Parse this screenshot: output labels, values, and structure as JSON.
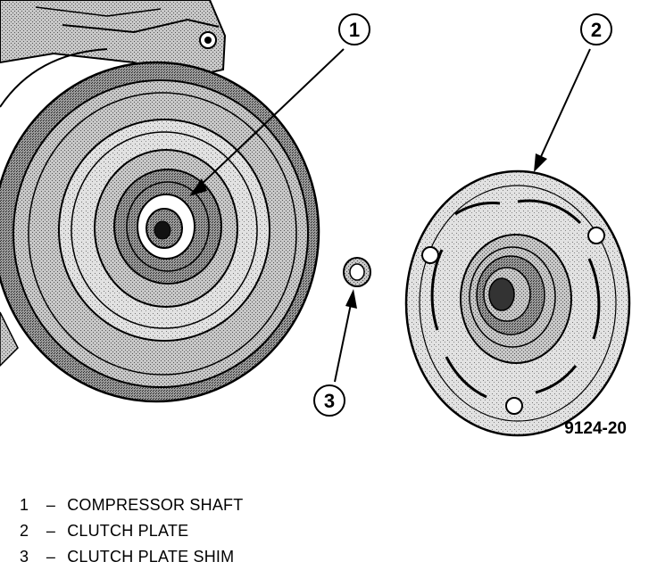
{
  "figure_code": "9124-20",
  "callouts": [
    {
      "number": "1",
      "label": "COMPRESSOR SHAFT"
    },
    {
      "number": "2",
      "label": "CLUTCH PLATE"
    },
    {
      "number": "3",
      "label": "CLUTCH PLATE SHIM"
    }
  ],
  "legend_separator": "–",
  "colors": {
    "ink": "#000000",
    "shade": "#9a9a9a",
    "paper": "#ffffff"
  }
}
